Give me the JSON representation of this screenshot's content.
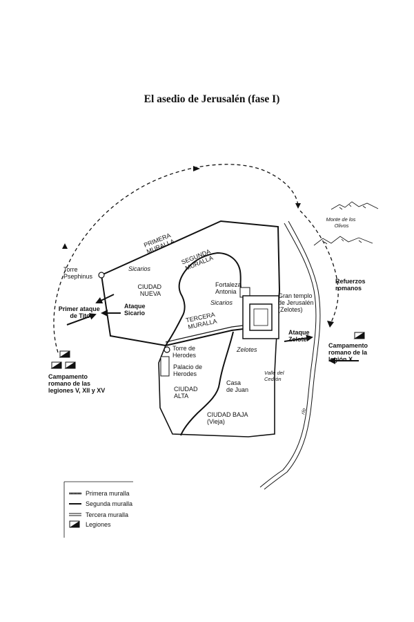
{
  "title": "El asedio de Jerusalén (fase I)",
  "labels": {
    "primera_muralla": [
      "PRIMERA",
      "MURALLA"
    ],
    "segunda_muralla": [
      "SEGUNDA",
      "MURALLA"
    ],
    "tercera_muralla": [
      "TERCERA",
      "MURALLA"
    ],
    "torre_psephinus": [
      "Torre",
      "Psephinus"
    ],
    "sicarios_1": "Sicarios",
    "sicarios_2": "Sicarios",
    "ciudad_nueva": [
      "CIUDAD",
      "NUEVA"
    ],
    "fortaleza_antonia": [
      "Fortaleza",
      "Antonia"
    ],
    "gran_templo": [
      "Gran templo",
      "de Jerusalén",
      "(Zelotes)"
    ],
    "monte_olivos": [
      "Monte de los",
      "Olivos"
    ],
    "refuerzos_romanos": [
      "Refuerzos",
      "romanos"
    ],
    "primer_ataque": [
      "Primer ataque",
      "de Tito"
    ],
    "ataque_sicario": [
      "Ataque",
      "Sicario"
    ],
    "ataque_zelote": [
      "Ataque",
      "Zelote"
    ],
    "torre_herodes": [
      "Torre de",
      "Herodes"
    ],
    "palacio_herodes": [
      "Palacio de",
      "Herodes"
    ],
    "zelotes": "Zelotes",
    "ciudad_alta": [
      "CIUDAD",
      "ALTA"
    ],
    "casa_juan": [
      "Casa",
      "de Juan"
    ],
    "ciudad_baja": [
      "CIUDAD BAJA",
      "(Vieja)"
    ],
    "valle_cedron": [
      "Valle del",
      "Cedrón"
    ],
    "rio": "río",
    "camp_x": [
      "Campamento",
      "romano de la",
      "legión X"
    ],
    "camp_vxii": [
      "Campamento",
      "romano de las",
      "legiones V, XII y XV"
    ]
  },
  "legend": [
    {
      "symbol": "primera-muralla",
      "label": "Primera muralla"
    },
    {
      "symbol": "segunda-muralla",
      "label": "Segunda muralla"
    },
    {
      "symbol": "tercera-muralla",
      "label": "Tercera muralla"
    },
    {
      "symbol": "legiones",
      "label": "Legiones"
    }
  ]
}
